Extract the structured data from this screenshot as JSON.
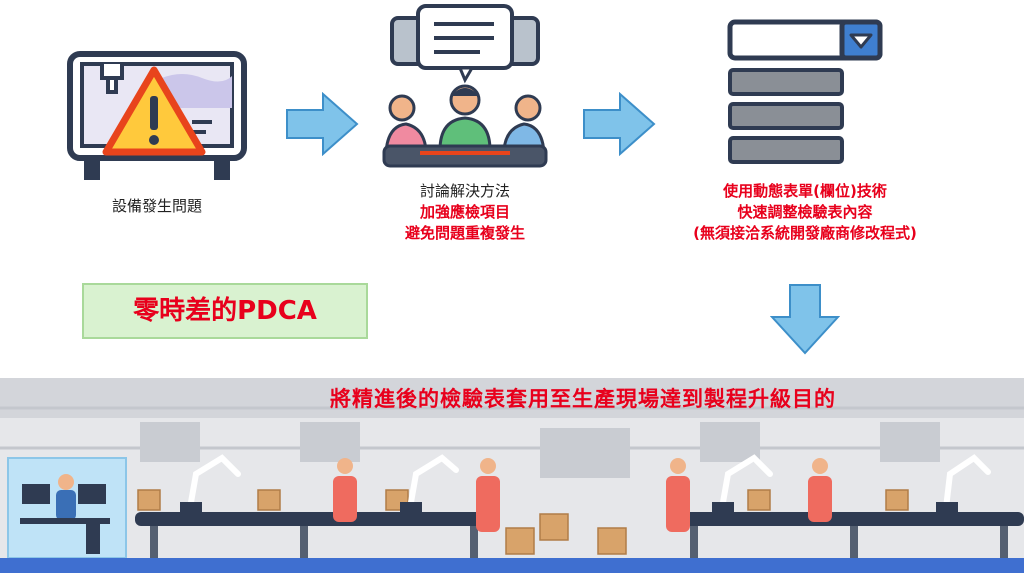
{
  "steps": [
    {
      "icon": "machine-warning-icon",
      "lines": [
        "設備發生問題"
      ]
    },
    {
      "icon": "team-meeting-icon",
      "lines": [
        "討論解決方法",
        "加強應檢項目",
        "避免問題重複發生"
      ]
    },
    {
      "icon": "dynamic-form-icon",
      "lines": [
        "使用動態表單(欄位)技術",
        "快速調整檢驗表內容",
        "(無須接洽系統開發廠商修改程式)"
      ]
    }
  ],
  "pdca_label": "零時差的PDCA",
  "factory": {
    "title": "將精進後的檢驗表套用至生產現場達到製程升級目的"
  },
  "colors": {
    "accent_red": "#e8001c",
    "arrow_blue": "#7fc3ea",
    "pdca_bg": "#d9f2d0"
  }
}
